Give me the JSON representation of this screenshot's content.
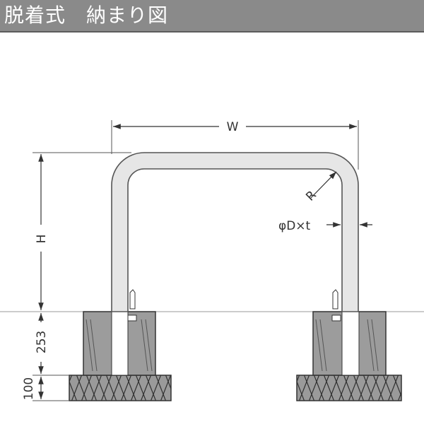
{
  "header": {
    "title": "脱着式　納まり図"
  },
  "labels": {
    "width": "W",
    "height": "H",
    "radius": "R",
    "diameter": "φD×t",
    "embed_depth": "253",
    "base_depth": "100"
  },
  "colors": {
    "title_bar": "#8a8a8a",
    "pipe_outline": "#555555",
    "pipe_fill": "#e6e6e6",
    "concrete": "#9c9c9c",
    "sleeve": "#ffffff"
  }
}
